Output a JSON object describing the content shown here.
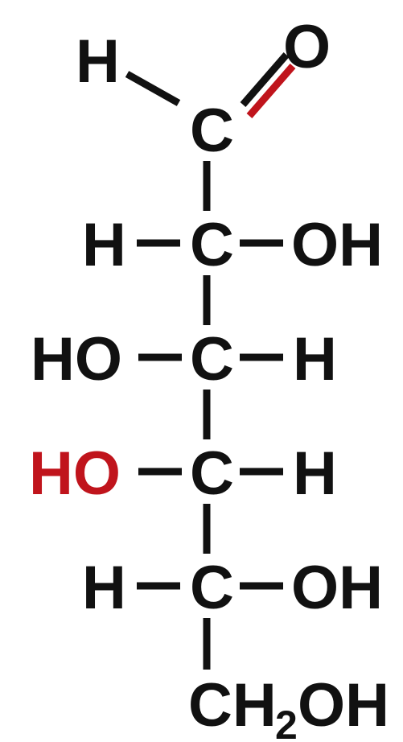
{
  "structure": {
    "aldehyde": {
      "h": "H",
      "c": "C",
      "o": "O"
    },
    "rows": [
      {
        "left": "H",
        "center": "C",
        "right": "OH"
      },
      {
        "left": "HO",
        "center": "C",
        "right": "H"
      },
      {
        "left": "HO",
        "center": "C",
        "right": "H"
      },
      {
        "left": "H",
        "center": "C",
        "right": "OH"
      }
    ],
    "terminal": {
      "ch": "CH",
      "sub": "2",
      "oh": "OH"
    }
  },
  "colors": {
    "text": "#111111",
    "highlight": "#c0141c"
  }
}
